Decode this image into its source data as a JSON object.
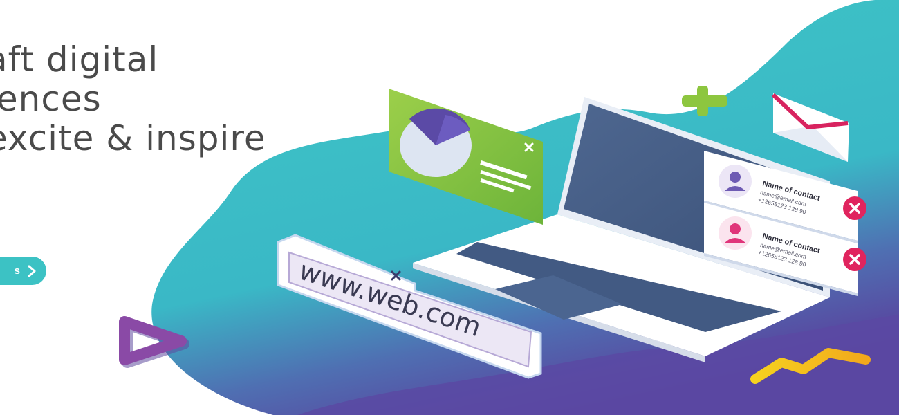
{
  "hero": {
    "headline": {
      "line1": "aft digital",
      "line2": "iences",
      "line3": "excite & inspire"
    },
    "cta": {
      "label": "s",
      "icon": "chevron-right-icon"
    }
  },
  "browser_bar": {
    "url": "www.web.com",
    "close_icon": "close-icon"
  },
  "chart_window": {
    "icon": "pie-chart-icon",
    "close_icon": "close-icon"
  },
  "contacts": [
    {
      "name": "Name of contact",
      "email": "name@email.com",
      "phone": "+12658123 128 90",
      "icon": "user-avatar-icon"
    },
    {
      "name": "Name of contact",
      "email": "name@email.com",
      "phone": "+12658123 128 90",
      "icon": "user-avatar-icon"
    }
  ],
  "decorations": {
    "plus_icon": "plus-icon",
    "mail_icon": "mail-envelope-icon",
    "play_icon": "play-triangle-icon",
    "zigzag": "zigzag-line"
  },
  "colors": {
    "teal": "#3cc2c4",
    "purple": "#5a3f9c",
    "lime": "#8dc63f",
    "magenta": "#d8235f",
    "yellow": "#f4c21c",
    "violet": "#8a4aa6",
    "text": "#4a4a4a"
  }
}
